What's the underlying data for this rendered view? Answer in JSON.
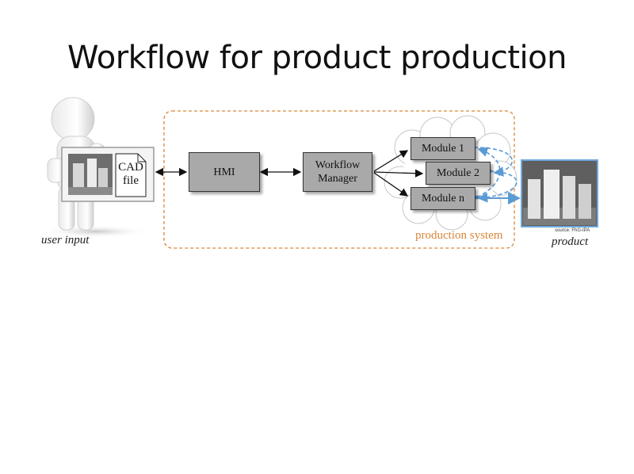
{
  "title": "Workflow for product production",
  "user_input": {
    "label": "user input",
    "file_label_line1": "CAD",
    "file_label_line2": "file"
  },
  "nodes": {
    "hmi": "HMI",
    "workflow_line1": "Workflow",
    "workflow_line2": "Manager",
    "module1": "Module 1",
    "module2": "Module 2",
    "modulen": "Module n"
  },
  "production_system_label": "production system",
  "product": {
    "label": "product",
    "source": "source: FhG-IPA"
  },
  "colors": {
    "box_fill": "#a9a9a9",
    "dashed_border": "#d9863a",
    "arrow_blue": "#5b9bd5",
    "product_frame": "#6fa8dc"
  }
}
